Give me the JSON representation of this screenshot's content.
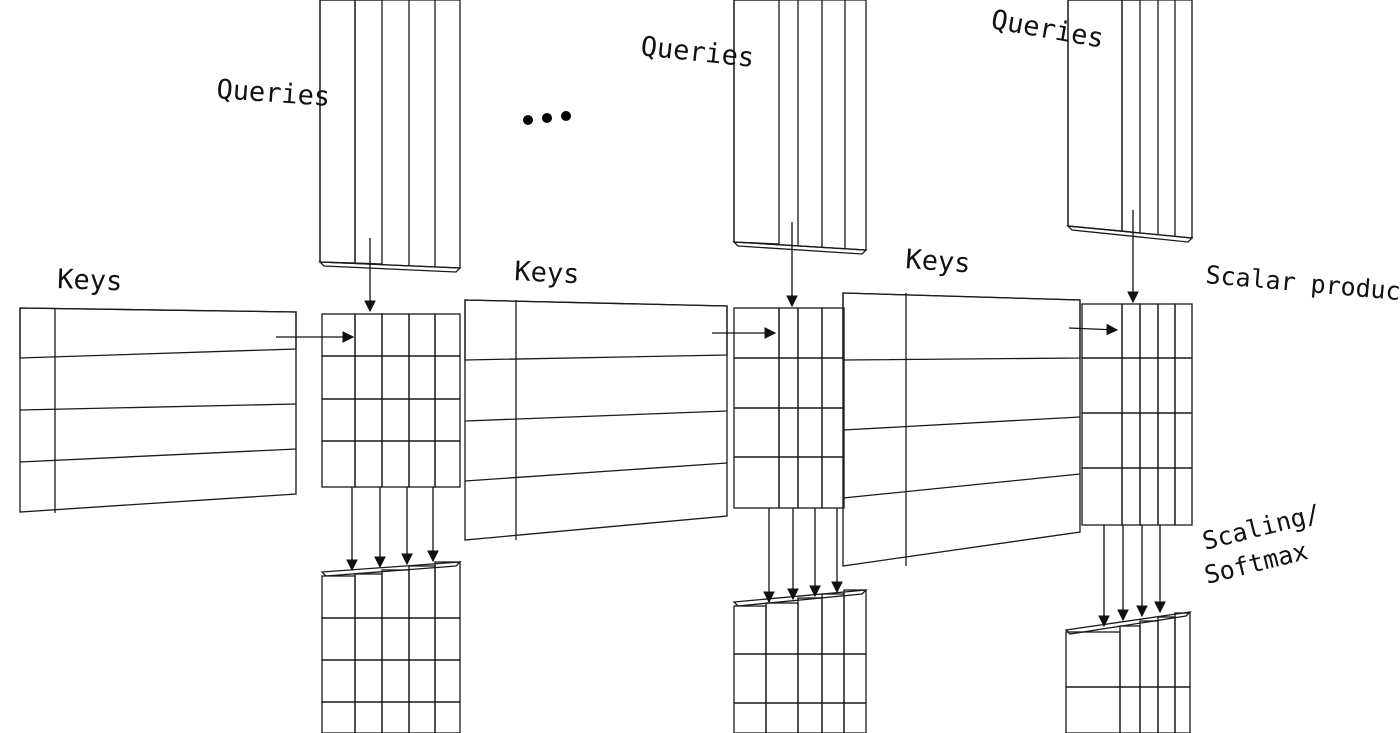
{
  "labels": {
    "queries": "Queries",
    "keys": "Keys",
    "scalar_product": "Scalar product",
    "scaling_line1": "Scaling/",
    "scaling_line2": "Softmax",
    "ellipsis": "•••"
  },
  "colors": {
    "light": "#e3f1fb",
    "pale": "#c7d8e4",
    "mid": "#97a9b6",
    "steel": "#6b7d8c",
    "dark": "#48596a",
    "darkest": "#2e3b47",
    "edge": "#1a1a1a"
  }
}
